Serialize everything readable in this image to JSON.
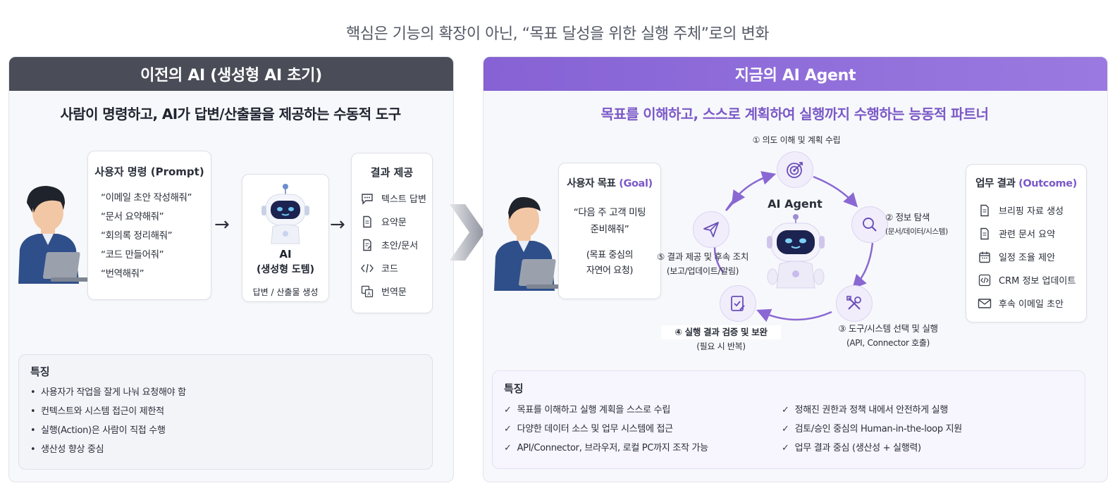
{
  "headline": "핵심은 기능의 확장이 아닌, “목표 달성을 위한 실행 주체”로의 변화",
  "left": {
    "header": "이전의 AI (생성형 AI 초기)",
    "subtitle": "사람이 명령하고, AI가 답변/산출물을 제공하는 수동적 도구",
    "prompt_card": {
      "title": "사용자 명령 (Prompt)",
      "quotes": [
        "“이메일 초안 작성해줘”",
        "“문서 요약해줘”",
        "“회의록 정리해줘”",
        "“코드 만들어줘”",
        "“번역해줘”"
      ]
    },
    "ai_card": {
      "name": "AI",
      "type": "(생성형 도템)",
      "caption": "답변 / 산출물 생성"
    },
    "result_card": {
      "title": "결과 제공",
      "items": [
        {
          "icon": "chat-bubble-icon",
          "label": "텍스트 답변"
        },
        {
          "icon": "document-icon",
          "label": "요약문"
        },
        {
          "icon": "draft-document-icon",
          "label": "초안/문서"
        },
        {
          "icon": "code-icon",
          "label": "코드"
        },
        {
          "icon": "translate-icon",
          "label": "번역문"
        }
      ]
    },
    "features": {
      "title": "특징",
      "items": [
        "사용자가 작업을 잘게 나눠 요청해야 함",
        "컨텍스트와 시스템 접근이 제한적",
        "실행(Action)은 사람이 직접 수행",
        "생산성 향상 중심"
      ]
    }
  },
  "right": {
    "header": "지금의 AI Agent",
    "subtitle": "목표를 이해하고, 스스로 계획하여 실행까지 수행하는 능동적 파트너",
    "goal_card": {
      "title_main": "사용자 목표",
      "title_paren": "(Goal)",
      "quote_line1": "“다음 주 고객 미팅",
      "quote_line2": "준비해줘”",
      "note_line1": "(목표 중심의",
      "note_line2": "자연어 요청)"
    },
    "agent_label": "AI Agent",
    "steps": {
      "s1": "① 의도 이해 및 계획 수립",
      "s2_main": "② 정보 탐색",
      "s2_sub": "(문서/데이터/시스템)",
      "s3_main": "③ 도구/시스템 선택 및 실행",
      "s3_sub": "(API, Connector 호출)",
      "s4_main": "④ 실행 결과 검증 및 보완",
      "s4_sub": "(필요 시 반복)",
      "s5_main": "⑤ 결과 제공 및 후속 조치",
      "s5_sub": "(보고/업데이트/알림)"
    },
    "outcome_card": {
      "title_main": "업무 결과",
      "title_paren": "(Outcome)",
      "items": [
        {
          "icon": "document-icon",
          "label": "브리핑 자료 생성"
        },
        {
          "icon": "document-icon",
          "label": "관련 문서 요약"
        },
        {
          "icon": "calendar-icon",
          "label": "일정 조율 제안"
        },
        {
          "icon": "code-icon",
          "label": "CRM 정보 업데이트"
        },
        {
          "icon": "mail-icon",
          "label": "후속 이메일 초안"
        }
      ]
    },
    "features": {
      "title": "특징",
      "col1": [
        "목표를 이해하고 실행 계획을 스스로 수립",
        "다양한 데이터 소스 및 업무 시스템에 접근",
        "API/Connector, 브라우저, 로컬 PC까지 조작 가능"
      ],
      "col2": [
        "정해진 권한과 정책 내에서 안전하게 실행",
        "검토/승인 중심의 Human-in-the-loop 지원",
        "업무 결과 중심 (생산성 + 실행력)"
      ]
    }
  },
  "colors": {
    "left_header": "#4a4d57",
    "right_header": "#8c6ad8",
    "accent_purple": "#7b59c8",
    "robot_visor": "#1c2350"
  }
}
